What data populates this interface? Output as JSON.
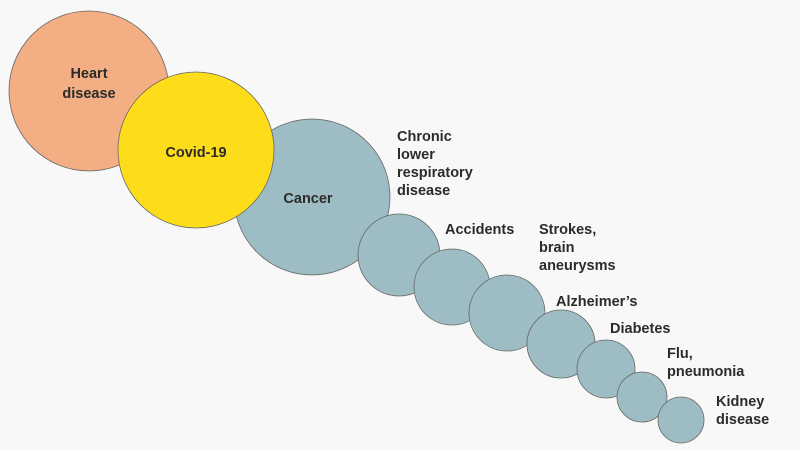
{
  "chart_data": {
    "type": "bubble",
    "title": "",
    "items": [
      {
        "label_lines": [
          "Heart",
          "disease"
        ],
        "color": "#f4ae83"
      },
      {
        "label_lines": [
          "Covid-19"
        ],
        "color": "#fddc1a"
      },
      {
        "label_lines": [
          "Cancer"
        ],
        "color": "#9dbcc3"
      },
      {
        "label_lines": [
          "Chronic",
          "lower",
          "respiratory",
          "disease"
        ],
        "color": "#9dbcc3"
      },
      {
        "label_lines": [
          "Accidents"
        ],
        "color": "#9dbcc3"
      },
      {
        "label_lines": [
          "Strokes,",
          "brain",
          "aneurysms"
        ],
        "color": "#9dbcc3"
      },
      {
        "label_lines": [
          "Alzheimer’s"
        ],
        "color": "#9dbcc3"
      },
      {
        "label_lines": [
          "Diabetes"
        ],
        "color": "#9dbcc3"
      },
      {
        "label_lines": [
          "Flu,",
          "pneumonia"
        ],
        "color": "#9dbcc3"
      },
      {
        "label_lines": [
          "Kidney",
          "disease"
        ],
        "color": "#9dbcc3"
      }
    ]
  }
}
